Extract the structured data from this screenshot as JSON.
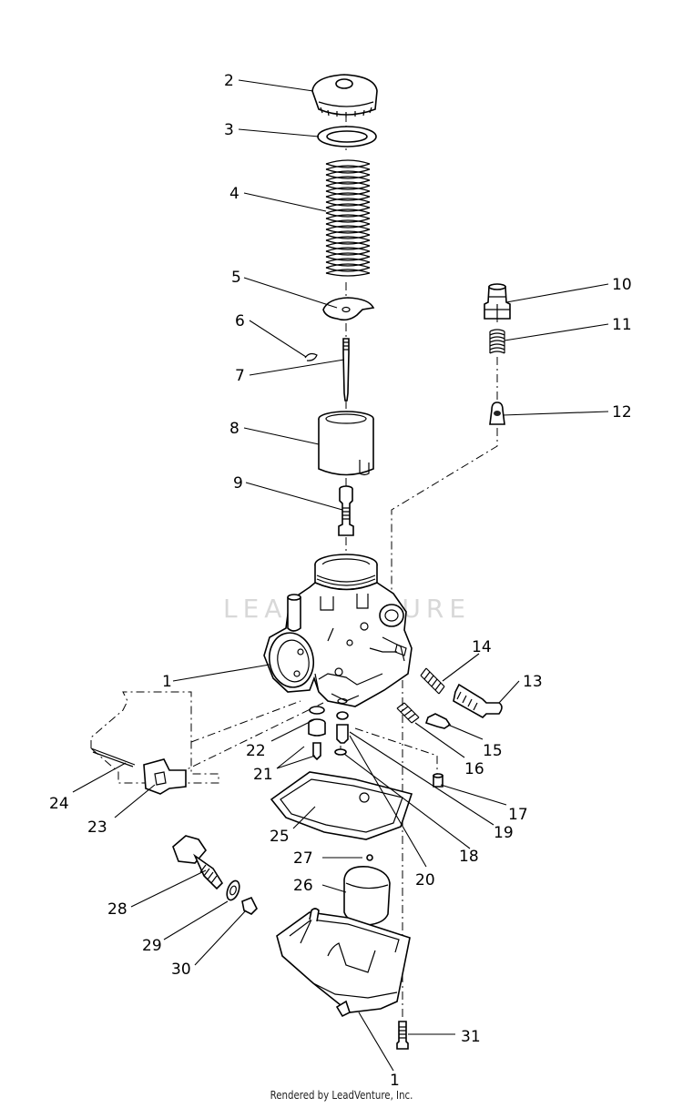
{
  "diagram": {
    "watermark": "LEADVENTURE",
    "footer": "Rendered by LeadVenture, Inc.",
    "callouts": {
      "c1a": "1",
      "c1b": "1",
      "c2": "2",
      "c3": "3",
      "c4": "4",
      "c5": "5",
      "c6": "6",
      "c7": "7",
      "c8": "8",
      "c9": "9",
      "c10": "10",
      "c11": "11",
      "c12": "12",
      "c13": "13",
      "c14": "14",
      "c15": "15",
      "c16": "16",
      "c17": "17",
      "c18": "18",
      "c19": "19",
      "c20": "20",
      "c21": "21",
      "c22": "22",
      "c23": "23",
      "c24": "24",
      "c25": "25",
      "c26": "26",
      "c27": "27",
      "c28": "28",
      "c29": "29",
      "c30": "30",
      "c31": "31"
    }
  }
}
